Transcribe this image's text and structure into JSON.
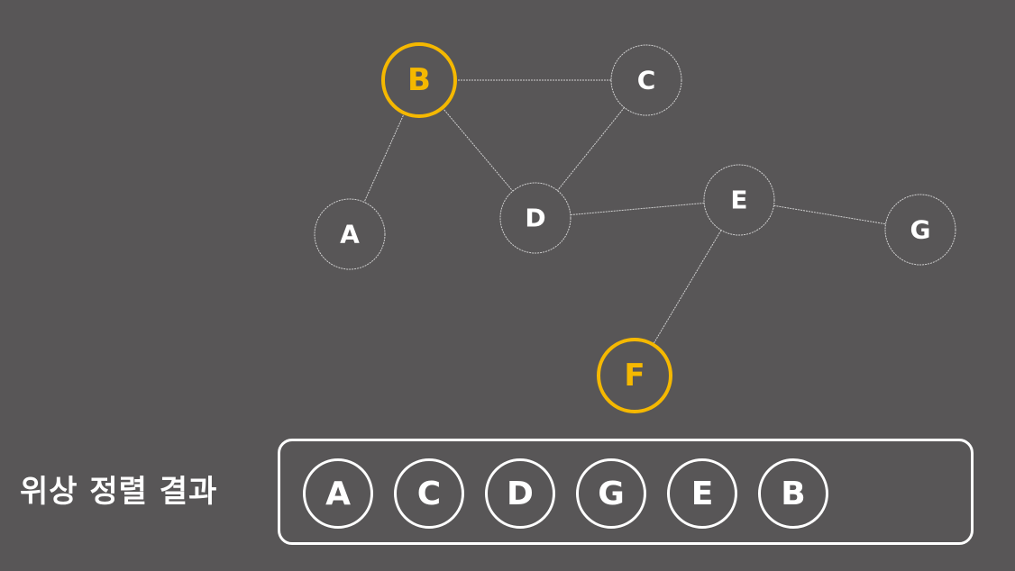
{
  "graph": {
    "nodes": [
      {
        "id": "A",
        "label": "A",
        "highlighted": false
      },
      {
        "id": "B",
        "label": "B",
        "highlighted": true
      },
      {
        "id": "C",
        "label": "C",
        "highlighted": false
      },
      {
        "id": "D",
        "label": "D",
        "highlighted": false
      },
      {
        "id": "E",
        "label": "E",
        "highlighted": false
      },
      {
        "id": "F",
        "label": "F",
        "highlighted": true
      },
      {
        "id": "G",
        "label": "G",
        "highlighted": false
      }
    ],
    "edges": [
      [
        "B",
        "C"
      ],
      [
        "B",
        "A"
      ],
      [
        "B",
        "D"
      ],
      [
        "C",
        "D"
      ],
      [
        "D",
        "E"
      ],
      [
        "E",
        "G"
      ],
      [
        "E",
        "F"
      ]
    ]
  },
  "result": {
    "label": "위상 정렬 결과",
    "order": [
      "A",
      "C",
      "D",
      "G",
      "E",
      "B"
    ]
  },
  "colors": {
    "background": "#585657",
    "highlight": "#f5b800",
    "node_border": "#cfcfcf",
    "text": "#ffffff"
  }
}
